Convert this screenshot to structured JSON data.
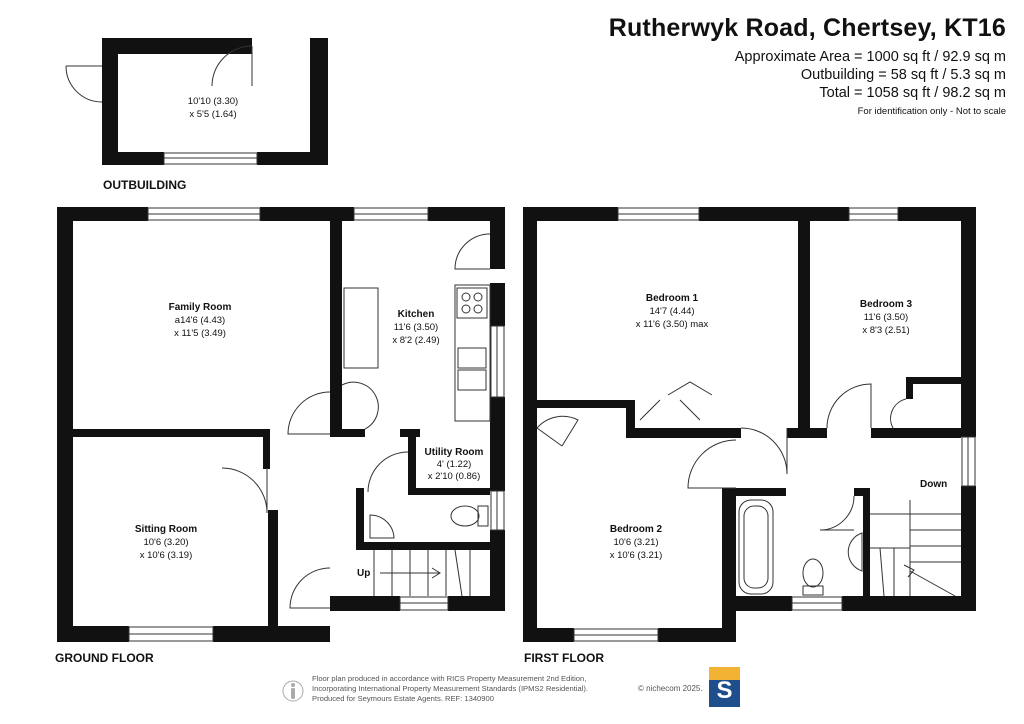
{
  "header": {
    "title": "Rutherwyk Road, Chertsey, KT16",
    "area_main": "Approximate Area = 1000 sq ft / 92.9 sq m",
    "area_outbuilding": "Outbuilding = 58 sq ft / 5.3 sq m",
    "area_total": "Total = 1058 sq ft / 98.2 sq m",
    "identification": "For identification only - Not to scale"
  },
  "outbuilding": {
    "label": "OUTBUILDING",
    "dims_line1": "10'10 (3.30)",
    "dims_line2": "x 5'5 (1.64)"
  },
  "ground_floor": {
    "label": "GROUND FLOOR",
    "family_room": {
      "name": "Family Room",
      "dim1": "a14'6 (4.43)",
      "dim2": "x 11'5 (3.49)"
    },
    "kitchen": {
      "name": "Kitchen",
      "dim1": "11'6 (3.50)",
      "dim2": "x 8'2 (2.49)"
    },
    "utility_room": {
      "name": "Utility Room",
      "dim1": "4' (1.22)",
      "dim2": "x 2'10 (0.86)"
    },
    "sitting_room": {
      "name": "Sitting Room",
      "dim1": "10'6 (3.20)",
      "dim2": "x 10'6 (3.19)"
    },
    "stairs_label": "Up"
  },
  "first_floor": {
    "label": "FIRST FLOOR",
    "bedroom1": {
      "name": "Bedroom 1",
      "dim1": "14'7 (4.44)",
      "dim2": "x 11'6 (3.50) max"
    },
    "bedroom2": {
      "name": "Bedroom 2",
      "dim1": "10'6 (3.21)",
      "dim2": "x 10'6 (3.21)"
    },
    "bedroom3": {
      "name": "Bedroom 3",
      "dim1": "11'6 (3.50)",
      "dim2": "x 8'3 (2.51)"
    },
    "stairs_label": "Down"
  },
  "footer": {
    "line1": "Floor plan produced in accordance with RICS Property Measurement 2nd Edition,",
    "line2": "Incorporating International Property Measurement Standards (IPMS2 Residential).",
    "line3": "Produced for Seymours Estate Agents.   REF: 1340900",
    "brand": "© nichecom 2025.",
    "logo_letter": "S"
  },
  "colors": {
    "wall": "#111111",
    "logo_blue": "#1f4e8c",
    "logo_gold": "#f2b233",
    "text": "#111111",
    "muted": "#555555"
  }
}
